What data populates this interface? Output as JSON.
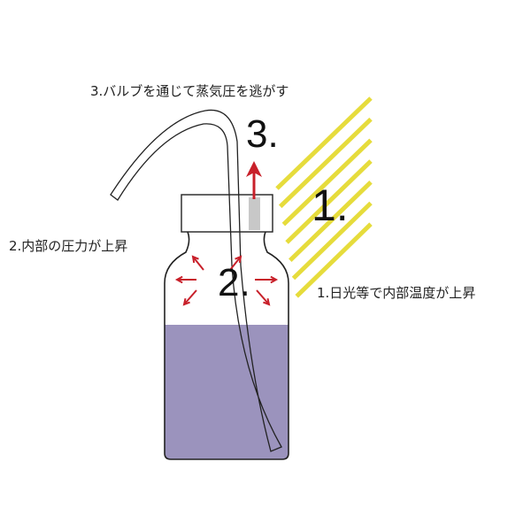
{
  "labels": {
    "step3": "3.バルブを通じて蒸気圧を逃がす",
    "step2": "2.内部の圧力が上昇",
    "step1": "1.日光等で内部温度が上昇"
  },
  "markers": {
    "one": "1.",
    "two": "2.",
    "three": "3."
  },
  "colors": {
    "liquid": "#9b93bd",
    "sun": "#e6dc3c",
    "arrow": "#c8202a",
    "vent": "#c8c8c8"
  }
}
